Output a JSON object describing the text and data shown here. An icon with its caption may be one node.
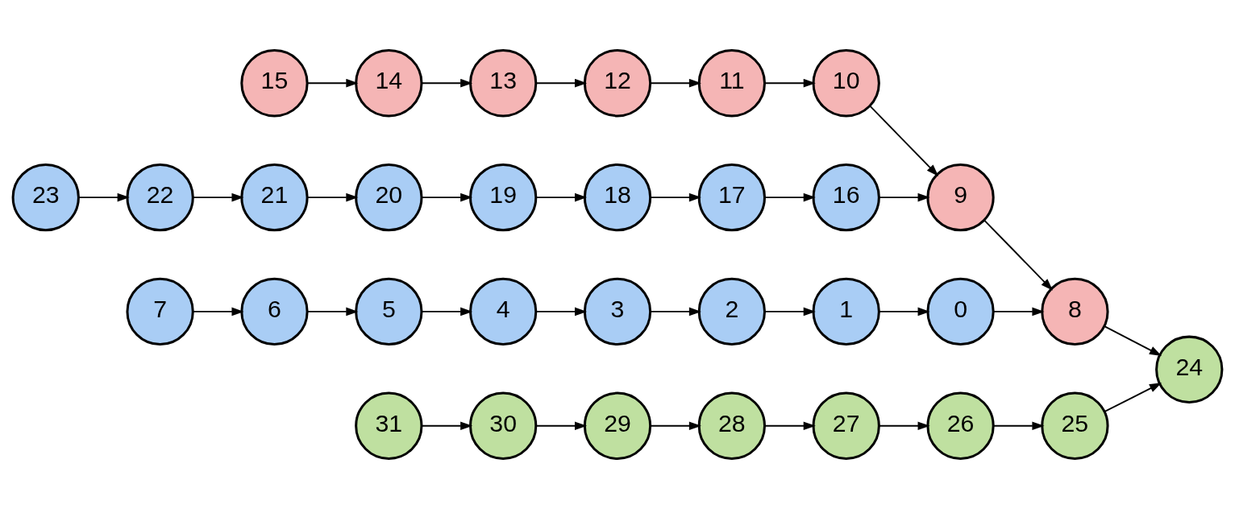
{
  "diagram": {
    "nodes": [
      {
        "text": [
          "7"
        ]
      },
      {
        "text": [
          "6"
        ]
      },
      {
        "text": [
          "5"
        ]
      },
      {
        "text": [
          "4"
        ]
      },
      {
        "text": [
          "3"
        ]
      },
      {
        "text": [
          "2"
        ]
      },
      {
        "text": [
          "1"
        ]
      },
      {
        "text": [
          "0"
        ]
      },
      {
        "text": [
          "15"
        ]
      },
      {
        "text": [
          "14"
        ]
      },
      {
        "text": [
          "13"
        ]
      },
      {
        "text": [
          "12"
        ]
      },
      {
        "text": [
          "11"
        ]
      },
      {
        "text": [
          "10"
        ]
      },
      {
        "text": [
          "9"
        ]
      },
      {
        "text": [
          "8"
        ]
      },
      {
        "text": [
          "23"
        ]
      },
      {
        "text": [
          "22"
        ]
      },
      {
        "text": [
          "21"
        ]
      },
      {
        "text": [
          "20"
        ]
      },
      {
        "text": [
          "19"
        ]
      },
      {
        "text": [
          "18"
        ]
      },
      {
        "text": [
          "17"
        ]
      },
      {
        "text": [
          "16"
        ]
      },
      {
        "text": [
          "31"
        ]
      },
      {
        "text": [
          "30"
        ]
      },
      {
        "text": [
          "29"
        ]
      },
      {
        "text": [
          "28"
        ]
      },
      {
        "text": [
          "27"
        ]
      },
      {
        "text": [
          "26"
        ]
      },
      {
        "text": [
          "25"
        ]
      },
      {
        "text": [
          "24"
        ]
      }
    ],
    "edges": [
      {
        "from": 0,
        "to": 1,
        "arrow": "to"
      },
      {
        "from": 1,
        "to": 2,
        "arrow": "to"
      },
      {
        "from": 2,
        "to": 3,
        "arrow": "to"
      },
      {
        "from": 3,
        "to": 4,
        "arrow": "to"
      },
      {
        "from": 4,
        "to": 5,
        "arrow": "to"
      },
      {
        "from": 5,
        "to": 6,
        "arrow": "to"
      },
      {
        "from": 6,
        "to": 7,
        "arrow": "to"
      },
      {
        "from": 7,
        "to": 15,
        "arrow": "to"
      },
      {
        "from": 8,
        "to": 9,
        "arrow": "to"
      },
      {
        "from": 9,
        "to": 10,
        "arrow": "to"
      },
      {
        "from": 10,
        "to": 11,
        "arrow": "to"
      },
      {
        "from": 11,
        "to": 12,
        "arrow": "to"
      },
      {
        "from": 12,
        "to": 13,
        "arrow": "to"
      },
      {
        "from": 13,
        "to": 14,
        "arrow": "to"
      },
      {
        "from": 14,
        "to": 15,
        "arrow": "to"
      },
      {
        "from": 15,
        "to": 31,
        "arrow": "to"
      },
      {
        "from": 16,
        "to": 17,
        "arrow": "to"
      },
      {
        "from": 17,
        "to": 18,
        "arrow": "to"
      },
      {
        "from": 18,
        "to": 19,
        "arrow": "to"
      },
      {
        "from": 19,
        "to": 20,
        "arrow": "to"
      },
      {
        "from": 20,
        "to": 21,
        "arrow": "to"
      },
      {
        "from": 21,
        "to": 22,
        "arrow": "to"
      },
      {
        "from": 22,
        "to": 23,
        "arrow": "to"
      },
      {
        "from": 23,
        "to": 14,
        "arrow": "to"
      },
      {
        "from": 24,
        "to": 25,
        "arrow": "to"
      },
      {
        "from": 25,
        "to": 26,
        "arrow": "to"
      },
      {
        "from": 26,
        "to": 27,
        "arrow": "to"
      },
      {
        "from": 27,
        "to": 28,
        "arrow": "to"
      },
      {
        "from": 28,
        "to": 29,
        "arrow": "to"
      },
      {
        "from": 29,
        "to": 30,
        "arrow": "to"
      },
      {
        "from": 30,
        "to": 31,
        "arrow": "to"
      }
    ]
  }
}
